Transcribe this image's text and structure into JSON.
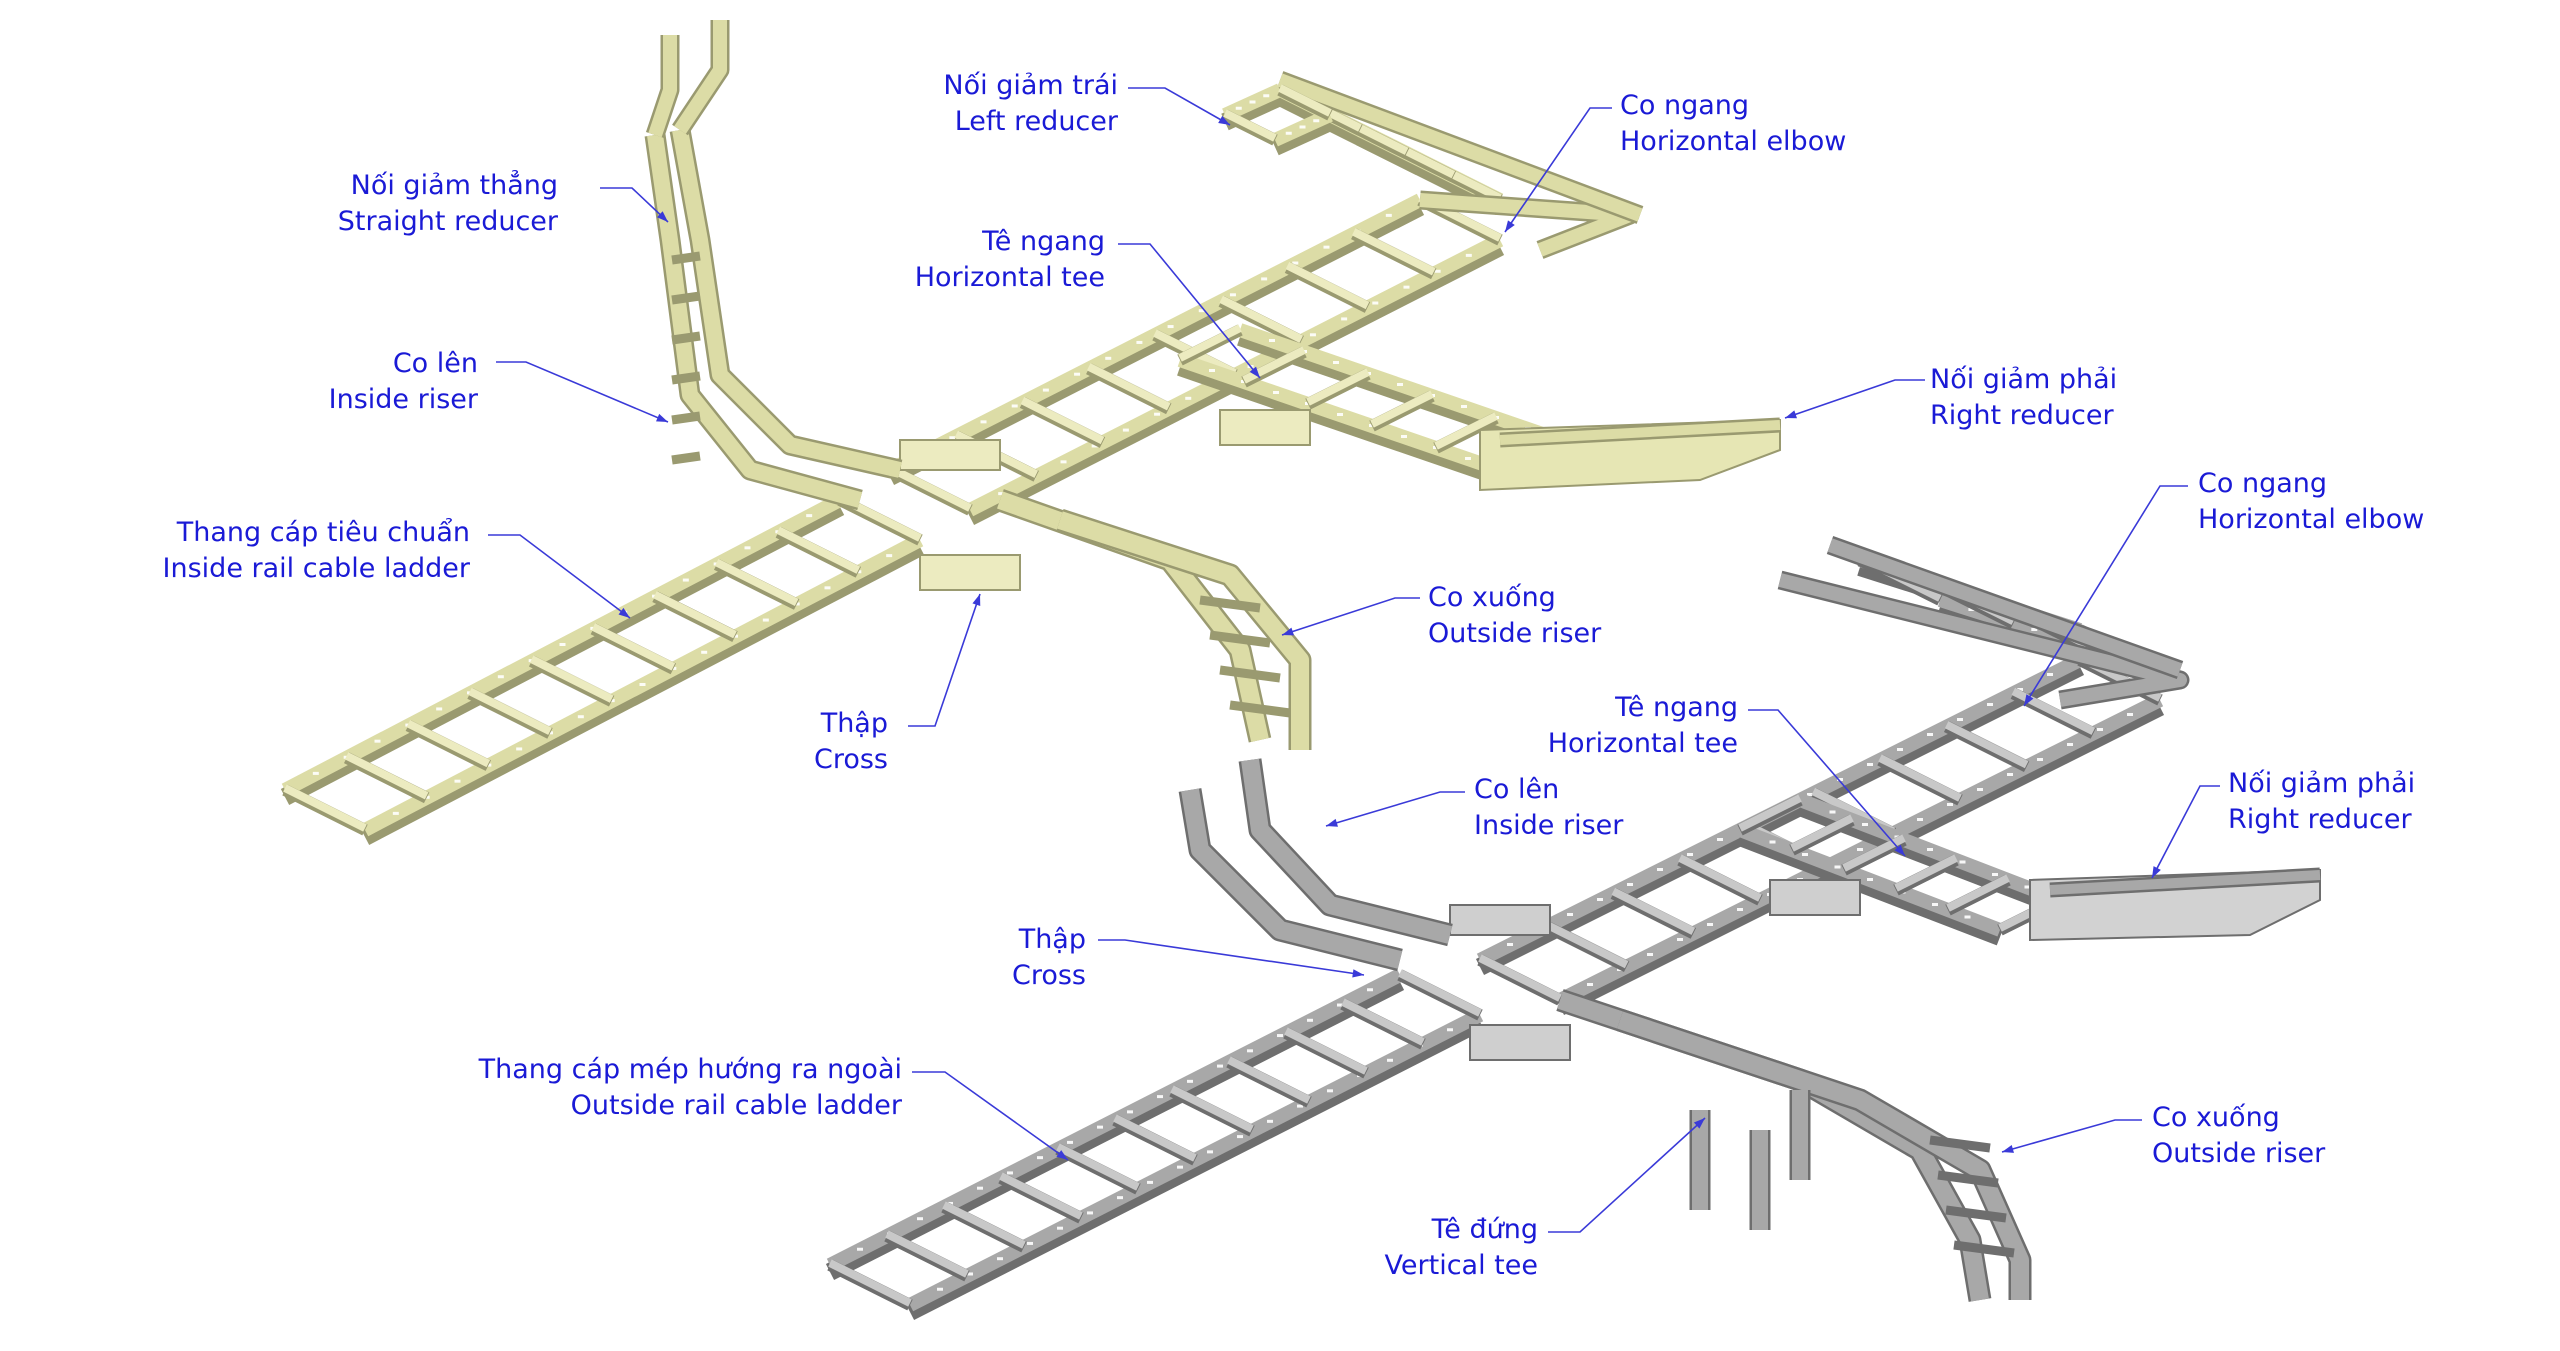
{
  "colors": {
    "label_text": "#1a1ad6",
    "leader_line": "#3a3ad8",
    "yellow_rail": "#dcdca6",
    "yellow_edge": "#9a9a70",
    "yellow_rung": "#ecebc0",
    "gray_rail": "#a8a8a8",
    "gray_edge": "#6e6e6e",
    "gray_rung": "#c8c8c8",
    "background": "#ffffff"
  },
  "labels": {
    "y_left_reducer": {
      "vi": "Nối giảm trái",
      "en": "Left reducer"
    },
    "y_horizontal_elbow": {
      "vi": "Co ngang",
      "en": "Horizontal elbow"
    },
    "y_straight_reducer": {
      "vi": "Nối giảm thẳng",
      "en": "Straight reducer"
    },
    "y_horizontal_tee": {
      "vi": "Tê ngang",
      "en": "Horizontal tee"
    },
    "y_inside_riser": {
      "vi": "Co lên",
      "en": "Inside riser"
    },
    "y_right_reducer": {
      "vi": "Nối giảm phải",
      "en": "Right reducer"
    },
    "y_inside_rail": {
      "vi": "Thang cáp tiêu chuẩn",
      "en": "Inside rail cable ladder"
    },
    "y_outside_riser": {
      "vi": "Co xuống",
      "en": "Outside riser"
    },
    "y_cross": {
      "vi": "Thập",
      "en": "Cross"
    },
    "g_horizontal_elbow": {
      "vi": "Co ngang",
      "en": "Horizontal elbow"
    },
    "g_horizontal_tee": {
      "vi": "Tê ngang",
      "en": "Horizontal tee"
    },
    "g_right_reducer": {
      "vi": "Nối giảm phải",
      "en": "Right reducer"
    },
    "g_inside_riser": {
      "vi": "Co lên",
      "en": "Inside riser"
    },
    "g_cross": {
      "vi": "Thập",
      "en": "Cross"
    },
    "g_outside_rail": {
      "vi": "Thang cáp mép hướng ra ngoài",
      "en": "Outside rail cable ladder"
    },
    "g_outside_riser": {
      "vi": "Co xuống",
      "en": "Outside riser"
    },
    "g_vertical_tee": {
      "vi": "Tê đứng",
      "en": "Vertical tee"
    }
  }
}
